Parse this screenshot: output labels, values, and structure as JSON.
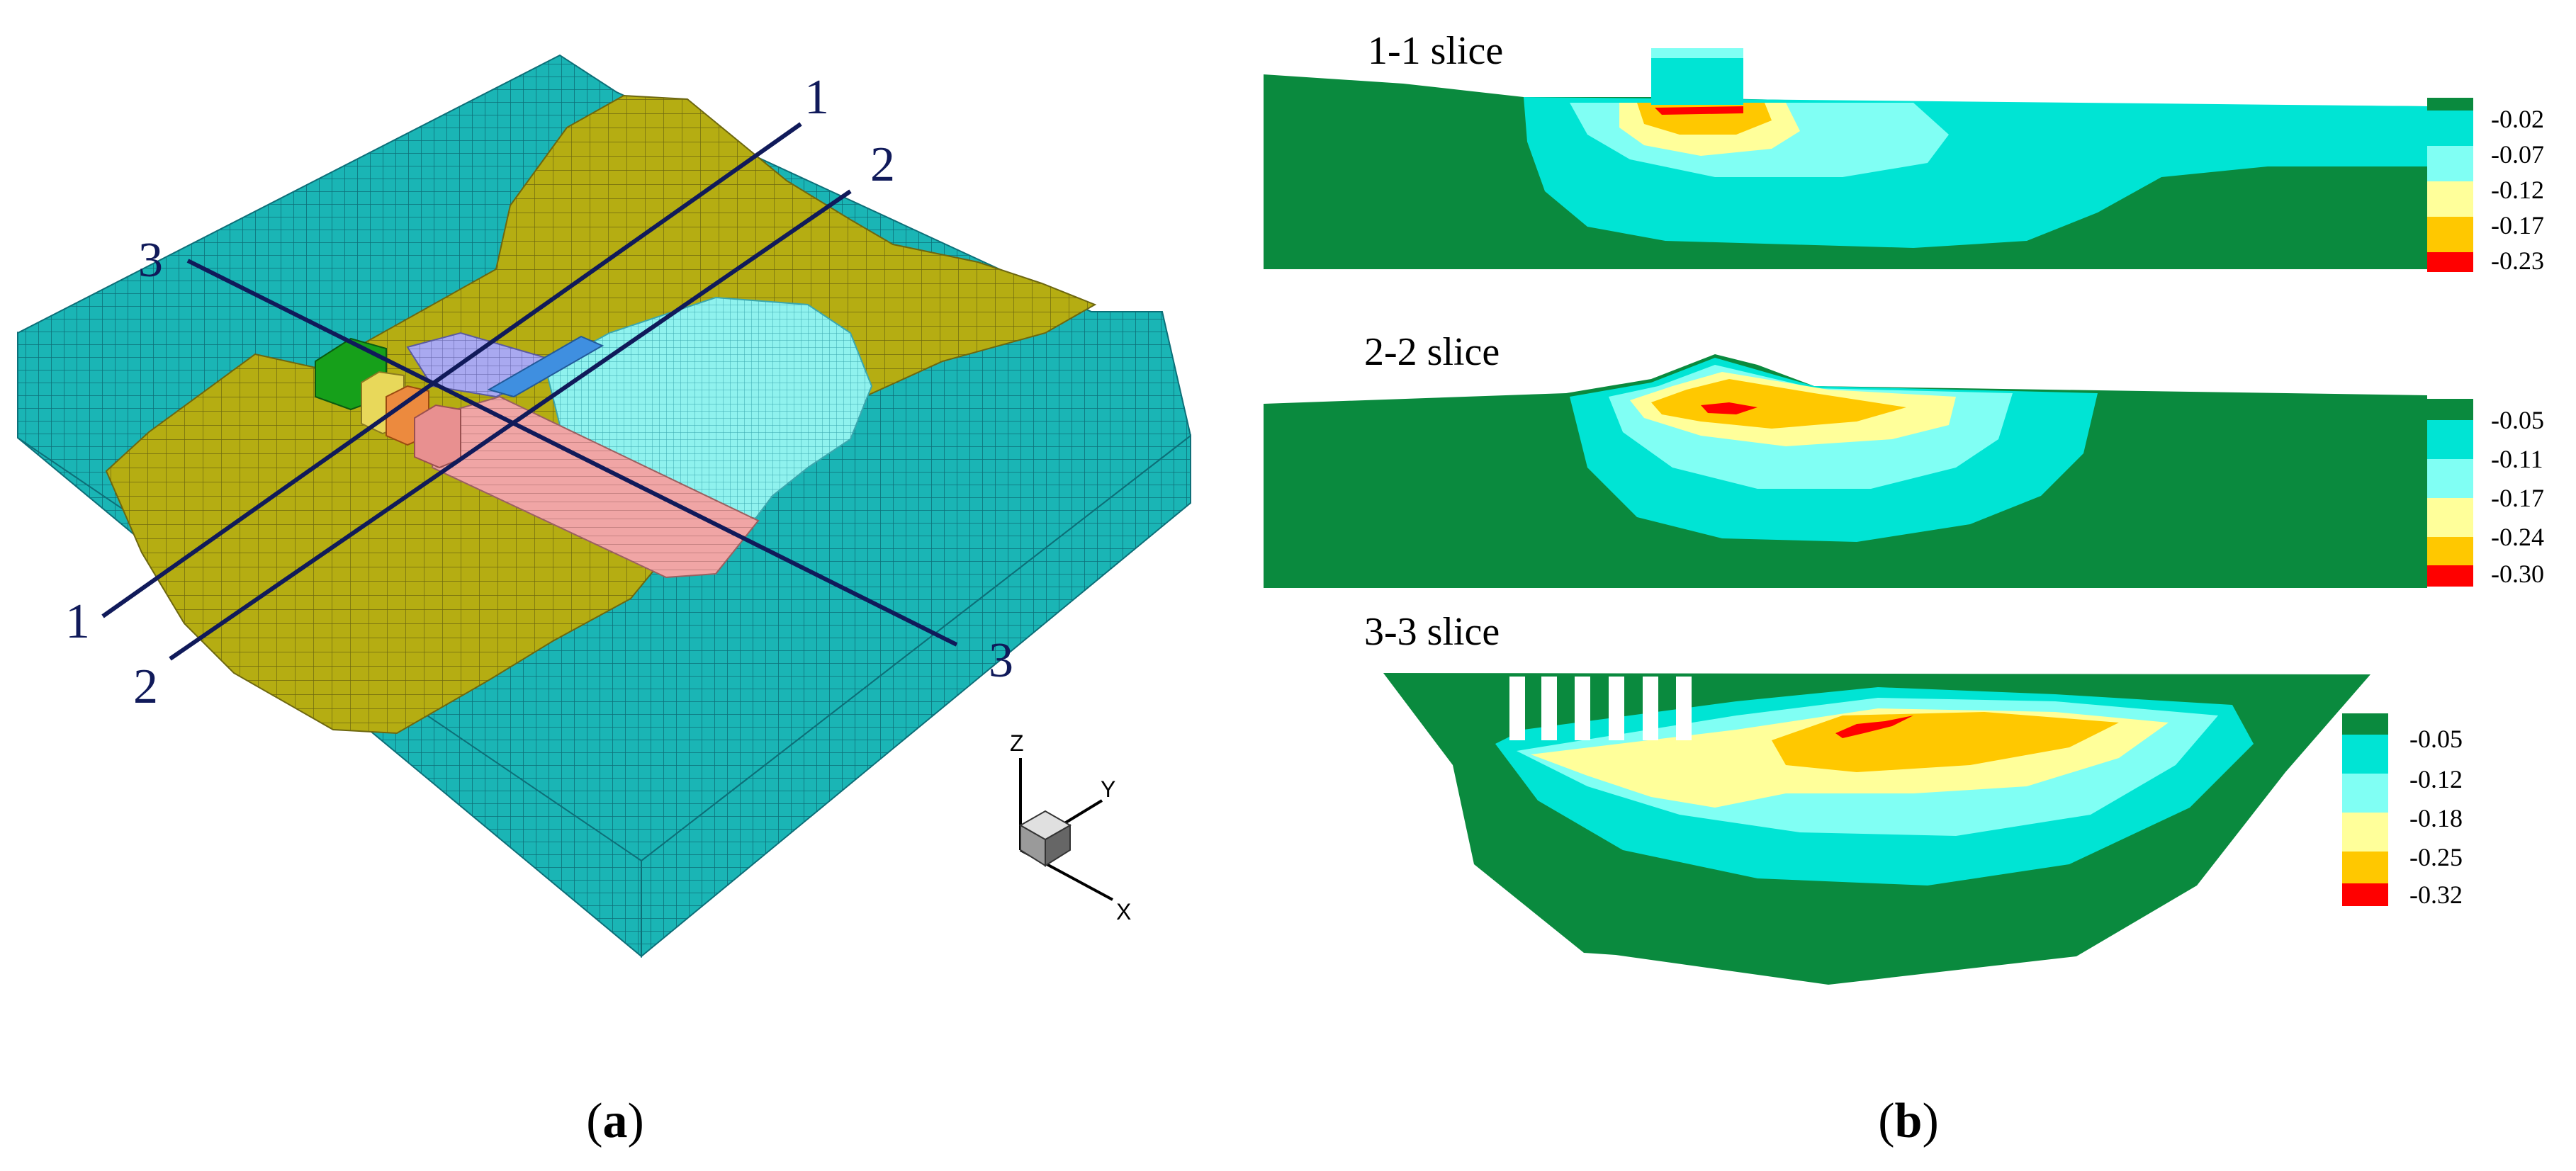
{
  "panel_a": {
    "label_open": "(",
    "label_letter": "a",
    "label_close": ")",
    "section_lines": [
      "1",
      "1",
      "2",
      "2",
      "3",
      "3"
    ],
    "axes": {
      "z": "Z",
      "y": "Y",
      "x": "X"
    }
  },
  "panel_b": {
    "label_open": "(",
    "label_letter": "b",
    "label_close": ")",
    "slices": [
      {
        "title": "1-1 slice",
        "legend": [
          "-0.02",
          "-0.07",
          "-0.12",
          "-0.17",
          "-0.23"
        ]
      },
      {
        "title": "2-2 slice",
        "legend": [
          "-0.05",
          "-0.11",
          "-0.17",
          "-0.24",
          "-0.30"
        ]
      },
      {
        "title": "3-3 slice",
        "legend": [
          "-0.05",
          "-0.12",
          "-0.18",
          "-0.25",
          "-0.32"
        ]
      }
    ]
  },
  "colors": {
    "dark_green": "#0a8a3e",
    "cyan": "#00e4d4",
    "light_cyan": "#80fff4",
    "light_yellow": "#ffff9a",
    "gold": "#ffc800",
    "red": "#ff0000",
    "mesh_teal": "#1ab5b5",
    "mesh_olive": "#b5ad12",
    "mesh_pink": "#f0a0a0",
    "mesh_lavender": "#a9a9f0",
    "navy": "#101a5a"
  }
}
